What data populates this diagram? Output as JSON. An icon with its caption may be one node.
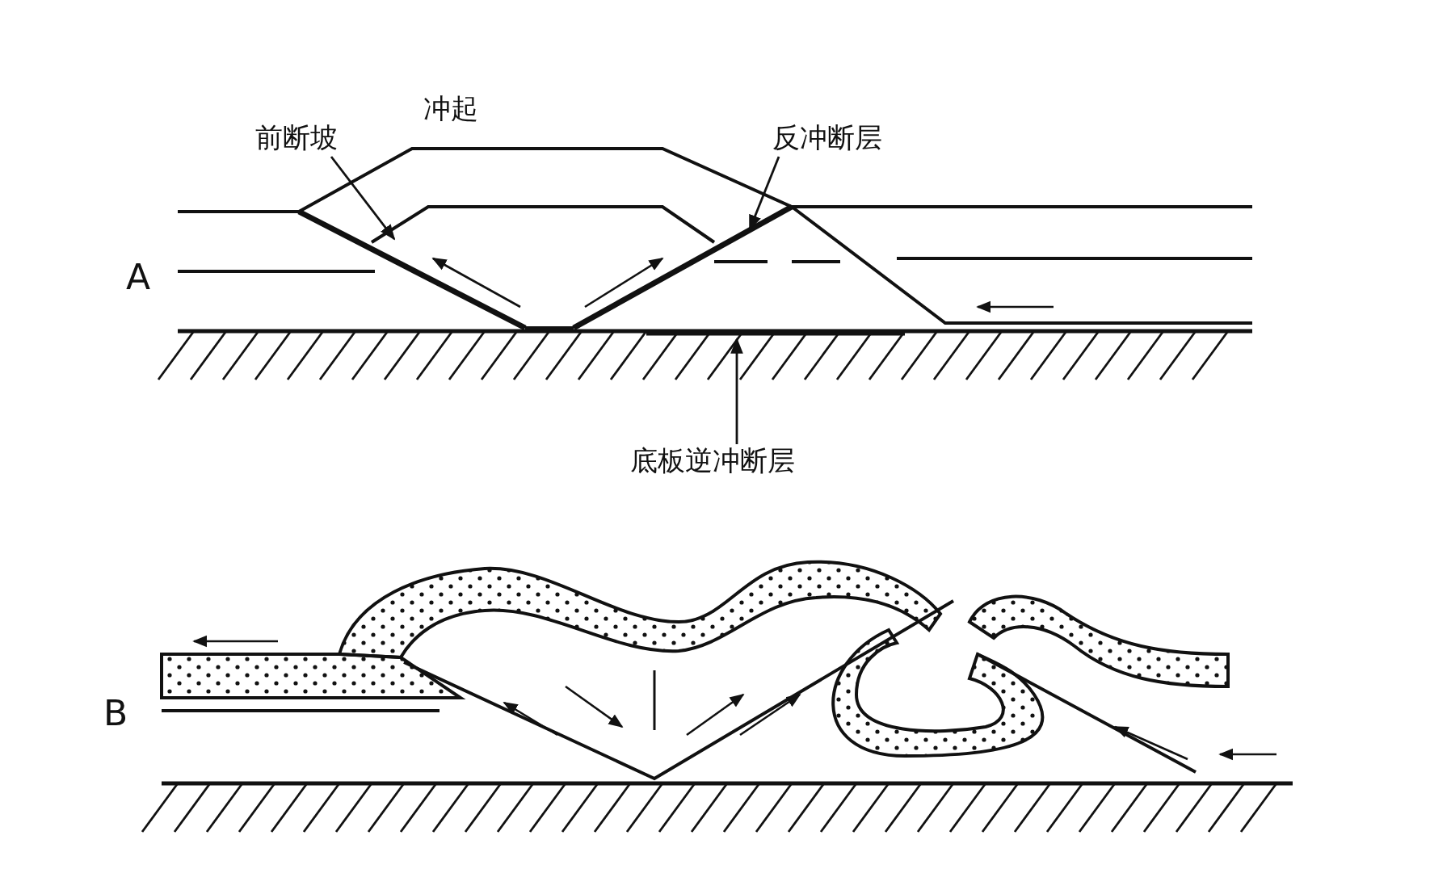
{
  "diagram": {
    "nodes": [
      {
        "text": [
          "前断坡"
        ]
      },
      {
        "text": [],
        "shape": "line"
      },
      {
        "text": [
          "反冲断层"
        ]
      },
      {
        "text": [],
        "shape": "line"
      },
      {
        "text": [
          "底板逆冲断层"
        ]
      },
      {
        "text": [],
        "shape": "line"
      }
    ],
    "edges": [
      {
        "from": 0,
        "to": 1,
        "arrow": "to"
      },
      {
        "from": 2,
        "to": 3,
        "arrow": "to"
      },
      {
        "from": 4,
        "to": 5,
        "arrow": "to"
      }
    ],
    "labels": [
      "冲起",
      "A",
      "B"
    ]
  }
}
